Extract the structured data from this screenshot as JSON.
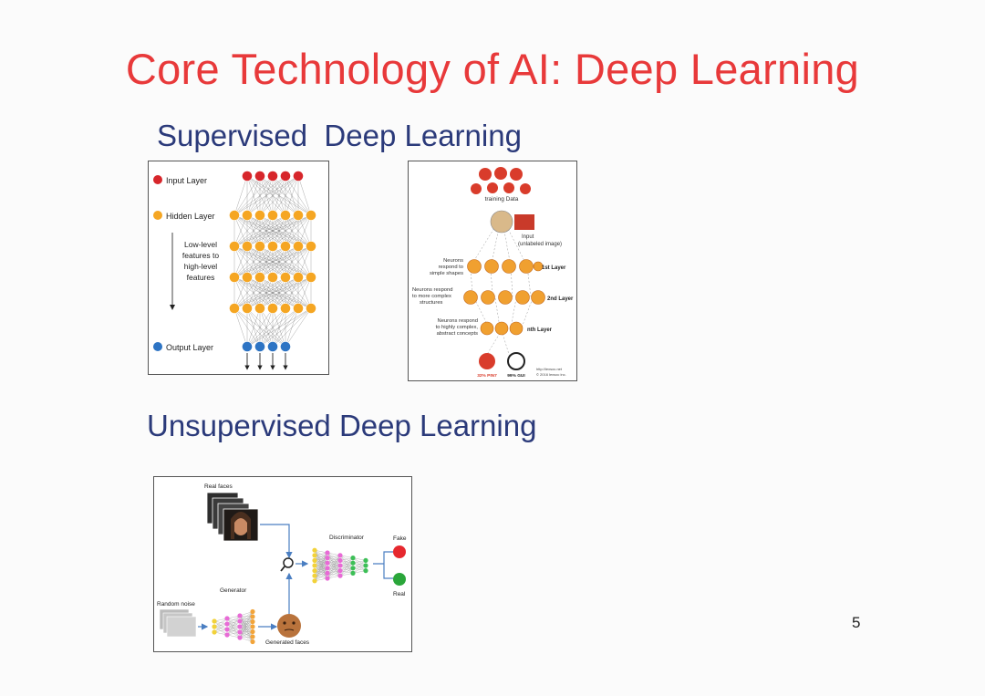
{
  "slide": {
    "title": "Core Technology of AI: Deep Learning",
    "page_number": "5"
  },
  "supervised": {
    "heading": "Supervised  Deep Learning",
    "network": {
      "input_label": "Input Layer",
      "hidden_label": "Hidden Layer",
      "feature_text": [
        "Low-level",
        "features to",
        "high-level",
        "features"
      ],
      "output_label": "Output Layer"
    },
    "cnn": {
      "training_label": "training Data",
      "input_label": [
        "Input",
        "(unlabeled image)"
      ],
      "layer1_text": [
        "Neurons",
        "respond to",
        "simple shapes"
      ],
      "layer1_label": "1st Layer",
      "layer2_text": [
        "Neurons respond",
        "to more complex",
        "structures"
      ],
      "layer2_label": "2nd Layer",
      "layern_text": [
        "Neurons respond",
        "to highly complex,",
        "abstract concepts"
      ],
      "layern_label": "nth Layer",
      "result1": "32% PIN7",
      "result2": "99% GUI",
      "credit": [
        "http://lexsoc.net",
        "© 2016 lexsoc inc."
      ]
    }
  },
  "unsupervised": {
    "heading": "Unsupervised Deep Learning",
    "gan": {
      "real_faces": "Real faces",
      "discriminator": "Discriminator",
      "fake": "Fake",
      "real": "Real",
      "generator": "Generator",
      "random_noise": "Random noise",
      "generated_faces": "Generated faces"
    }
  },
  "colors": {
    "title": "#e8393a",
    "heading": "#2b3a7a",
    "input_node": "#d7262b",
    "hidden_node": "#f5a623",
    "output_node": "#2d74c4",
    "fake_node": "#e6282e",
    "real_node": "#2aa63a"
  }
}
